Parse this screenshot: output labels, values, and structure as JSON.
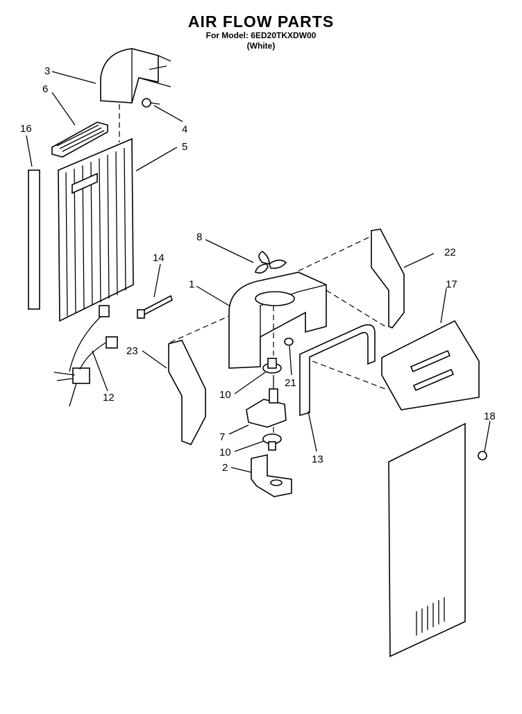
{
  "header": {
    "title": "AIR FLOW PARTS",
    "model": "For Model: 6ED20TKXDW00",
    "color": "(White)"
  },
  "callouts": {
    "c1": "1",
    "c2": "2",
    "c3": "3",
    "c4": "4",
    "c5": "5",
    "c6": "6",
    "c7": "7",
    "c8": "8",
    "c10a": "10",
    "c10b": "10",
    "c12": "12",
    "c13": "13",
    "c14": "14",
    "c16": "16",
    "c17": "17",
    "c18": "18",
    "c21": "21",
    "c22": "22",
    "c23": "23"
  }
}
